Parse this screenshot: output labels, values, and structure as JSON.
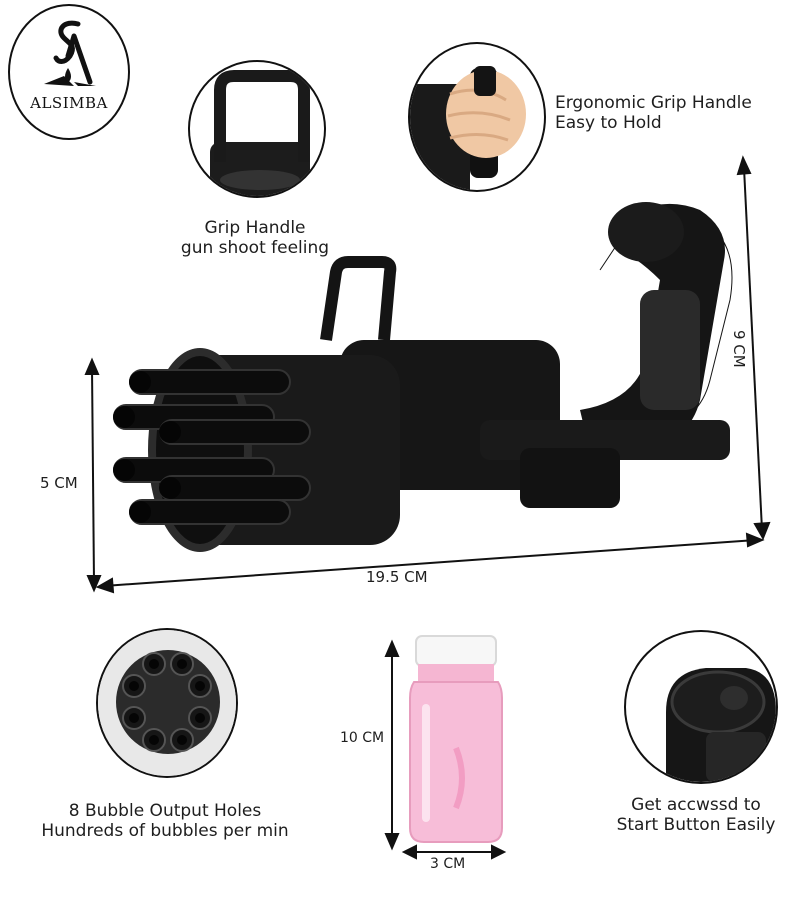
{
  "brand": {
    "name": "ALSIMBA",
    "logo_letters": "SA"
  },
  "features": {
    "grip_handle": {
      "line1": "Grip Handle",
      "line2": "gun shoot feeling"
    },
    "ergonomic_grip": {
      "line1": "Ergonomic Grip Handle",
      "line2": "Easy to Hold"
    },
    "output_holes": {
      "line1": "8 Bubble Output Holes",
      "line2": "Hundreds of bubbles per min"
    },
    "start_button": {
      "line1": "Get accwssd to",
      "line2": "Start Button Easily"
    }
  },
  "dimensions": {
    "gun_height": "5 CM",
    "gun_length": "19.5 CM",
    "handle_height": "9 CM",
    "bottle_height": "10 CM",
    "bottle_width": "3 CM"
  },
  "colors": {
    "product": "#141414",
    "bottle": "#f4a7c9",
    "cap": "#fafafa",
    "line": "#111111"
  }
}
